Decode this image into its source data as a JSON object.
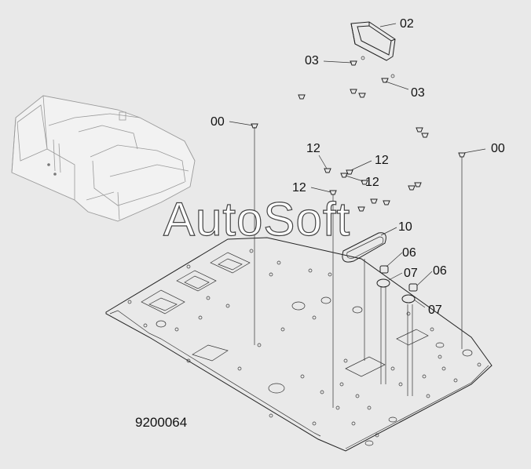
{
  "drawing_number": "9200064",
  "watermark": "AutoSoft",
  "callouts": [
    {
      "id": "c-02",
      "text": "02"
    },
    {
      "id": "c-03a",
      "text": "03"
    },
    {
      "id": "c-03b",
      "text": "03"
    },
    {
      "id": "c-00a",
      "text": "00"
    },
    {
      "id": "c-00b",
      "text": "00"
    },
    {
      "id": "c-12a",
      "text": "12"
    },
    {
      "id": "c-12b",
      "text": "12"
    },
    {
      "id": "c-12c",
      "text": "12"
    },
    {
      "id": "c-12d",
      "text": "12"
    },
    {
      "id": "c-10",
      "text": "10"
    },
    {
      "id": "c-06a",
      "text": "06"
    },
    {
      "id": "c-07a",
      "text": "07"
    },
    {
      "id": "c-06b",
      "text": "06"
    },
    {
      "id": "c-07b",
      "text": "07"
    }
  ]
}
